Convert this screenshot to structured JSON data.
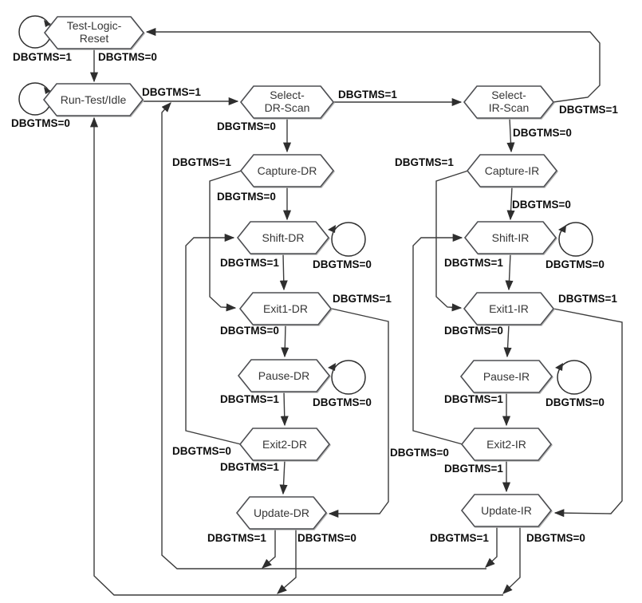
{
  "diagram": {
    "type": "state-machine",
    "subject": "TAP controller state diagram",
    "control_signal": "DBGTMS",
    "colors": {
      "background": "#ffffff",
      "line": "#3c3c3c",
      "node_fill": "#ffffff",
      "node_stroke": "#4d4e52",
      "text": "#0d0d0d"
    }
  },
  "states": [
    {
      "id": "test-logic-reset",
      "label": "Test-Logic-Reset",
      "line1": "Test-Logic-",
      "line2": "Reset"
    },
    {
      "id": "run-test-idle",
      "label": "Run-Test/Idle",
      "line1": "Run-Test/Idle"
    },
    {
      "id": "select-dr-scan",
      "label": "Select-DR-Scan",
      "line1": "Select-",
      "line2": "DR-Scan"
    },
    {
      "id": "capture-dr",
      "label": "Capture-DR",
      "line1": "Capture-DR"
    },
    {
      "id": "shift-dr",
      "label": "Shift-DR",
      "line1": "Shift-DR"
    },
    {
      "id": "exit1-dr",
      "label": "Exit1-DR",
      "line1": "Exit1-DR"
    },
    {
      "id": "pause-dr",
      "label": "Pause-DR",
      "line1": "Pause-DR"
    },
    {
      "id": "exit2-dr",
      "label": "Exit2-DR",
      "line1": "Exit2-DR"
    },
    {
      "id": "update-dr",
      "label": "Update-DR",
      "line1": "Update-DR"
    },
    {
      "id": "select-ir-scan",
      "label": "Select-IR-Scan",
      "line1": "Select-",
      "line2": "IR-Scan"
    },
    {
      "id": "capture-ir",
      "label": "Capture-IR",
      "line1": "Capture-IR"
    },
    {
      "id": "shift-ir",
      "label": "Shift-IR",
      "line1": "Shift-IR"
    },
    {
      "id": "exit1-ir",
      "label": "Exit1-IR",
      "line1": "Exit1-IR"
    },
    {
      "id": "pause-ir",
      "label": "Pause-IR",
      "line1": "Pause-IR"
    },
    {
      "id": "exit2-ir",
      "label": "Exit2-IR",
      "line1": "Exit2-IR"
    },
    {
      "id": "update-ir",
      "label": "Update-IR",
      "line1": "Update-IR"
    }
  ],
  "transitions": [
    {
      "from": "test-logic-reset",
      "to": "test-logic-reset",
      "condition": "DBGTMS=1",
      "label": "DBGTMS=1"
    },
    {
      "from": "test-logic-reset",
      "to": "run-test-idle",
      "condition": "DBGTMS=0",
      "label": "DBGTMS=0"
    },
    {
      "from": "run-test-idle",
      "to": "run-test-idle",
      "condition": "DBGTMS=0",
      "label": "DBGTMS=0"
    },
    {
      "from": "run-test-idle",
      "to": "select-dr-scan",
      "condition": "DBGTMS=1",
      "label": "DBGTMS=1"
    },
    {
      "from": "select-dr-scan",
      "to": "select-ir-scan",
      "condition": "DBGTMS=1",
      "label": "DBGTMS=1"
    },
    {
      "from": "select-dr-scan",
      "to": "capture-dr",
      "condition": "DBGTMS=0",
      "label": "DBGTMS=0"
    },
    {
      "from": "capture-dr",
      "to": "exit1-dr",
      "condition": "DBGTMS=1",
      "label": "DBGTMS=1"
    },
    {
      "from": "capture-dr",
      "to": "shift-dr",
      "condition": "DBGTMS=0",
      "label": "DBGTMS=0"
    },
    {
      "from": "shift-dr",
      "to": "shift-dr",
      "condition": "DBGTMS=0",
      "label": "DBGTMS=0"
    },
    {
      "from": "shift-dr",
      "to": "exit1-dr",
      "condition": "DBGTMS=1",
      "label": "DBGTMS=1"
    },
    {
      "from": "exit1-dr",
      "to": "update-dr",
      "condition": "DBGTMS=1",
      "label": "DBGTMS=1"
    },
    {
      "from": "exit1-dr",
      "to": "pause-dr",
      "condition": "DBGTMS=0",
      "label": "DBGTMS=0"
    },
    {
      "from": "pause-dr",
      "to": "pause-dr",
      "condition": "DBGTMS=0",
      "label": "DBGTMS=0"
    },
    {
      "from": "pause-dr",
      "to": "exit2-dr",
      "condition": "DBGTMS=1",
      "label": "DBGTMS=1"
    },
    {
      "from": "exit2-dr",
      "to": "shift-dr",
      "condition": "DBGTMS=0",
      "label": "DBGTMS=0"
    },
    {
      "from": "exit2-dr",
      "to": "update-dr",
      "condition": "DBGTMS=1",
      "label": "DBGTMS=1"
    },
    {
      "from": "update-dr",
      "to": "select-dr-scan",
      "condition": "DBGTMS=1",
      "label": "DBGTMS=1"
    },
    {
      "from": "update-dr",
      "to": "run-test-idle",
      "condition": "DBGTMS=0",
      "label": "DBGTMS=0"
    },
    {
      "from": "select-ir-scan",
      "to": "test-logic-reset",
      "condition": "DBGTMS=1",
      "label": "DBGTMS=1"
    },
    {
      "from": "select-ir-scan",
      "to": "capture-ir",
      "condition": "DBGTMS=0",
      "label": "DBGTMS=0"
    },
    {
      "from": "capture-ir",
      "to": "exit1-ir",
      "condition": "DBGTMS=1",
      "label": "DBGTMS=1"
    },
    {
      "from": "capture-ir",
      "to": "shift-ir",
      "condition": "DBGTMS=0",
      "label": "DBGTMS=0"
    },
    {
      "from": "shift-ir",
      "to": "shift-ir",
      "condition": "DBGTMS=0",
      "label": "DBGTMS=0"
    },
    {
      "from": "shift-ir",
      "to": "exit1-ir",
      "condition": "DBGTMS=1",
      "label": "DBGTMS=1"
    },
    {
      "from": "exit1-ir",
      "to": "update-ir",
      "condition": "DBGTMS=1",
      "label": "DBGTMS=1"
    },
    {
      "from": "exit1-ir",
      "to": "pause-ir",
      "condition": "DBGTMS=0",
      "label": "DBGTMS=0"
    },
    {
      "from": "pause-ir",
      "to": "pause-ir",
      "condition": "DBGTMS=0",
      "label": "DBGTMS=0"
    },
    {
      "from": "pause-ir",
      "to": "exit2-ir",
      "condition": "DBGTMS=1",
      "label": "DBGTMS=1"
    },
    {
      "from": "exit2-ir",
      "to": "shift-ir",
      "condition": "DBGTMS=0",
      "label": "DBGTMS=0"
    },
    {
      "from": "exit2-ir",
      "to": "update-ir",
      "condition": "DBGTMS=1",
      "label": "DBGTMS=1"
    },
    {
      "from": "update-ir",
      "to": "select-dr-scan",
      "condition": "DBGTMS=1",
      "label": "DBGTMS=1"
    },
    {
      "from": "update-ir",
      "to": "run-test-idle",
      "condition": "DBGTMS=0",
      "label": "DBGTMS=0"
    }
  ]
}
